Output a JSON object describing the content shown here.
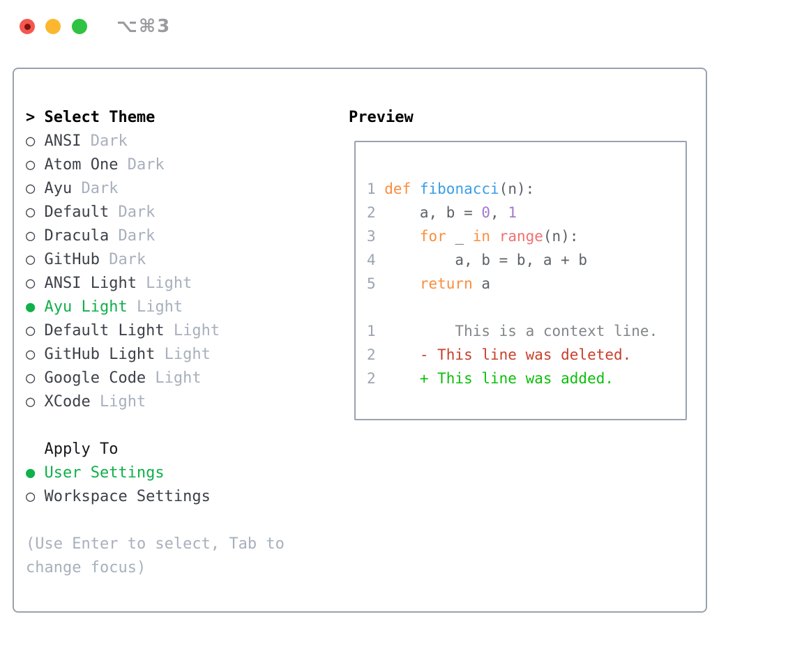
{
  "titlebar": {
    "shortcut": "⌥⌘3"
  },
  "theme_picker": {
    "prompt": ">",
    "title": "Select Theme",
    "marker_selected": "●",
    "marker_unselected": "○",
    "items": [
      {
        "label": "ANSI",
        "variant": "Dark",
        "selected": false
      },
      {
        "label": "Atom One",
        "variant": "Dark",
        "selected": false
      },
      {
        "label": "Ayu",
        "variant": "Dark",
        "selected": false
      },
      {
        "label": "Default",
        "variant": "Dark",
        "selected": false
      },
      {
        "label": "Dracula",
        "variant": "Dark",
        "selected": false
      },
      {
        "label": "GitHub",
        "variant": "Dark",
        "selected": false
      },
      {
        "label": "ANSI Light",
        "variant": "Light",
        "selected": false
      },
      {
        "label": "Ayu Light",
        "variant": "Light",
        "selected": true
      },
      {
        "label": "Default Light",
        "variant": "Light",
        "selected": false
      },
      {
        "label": "GitHub Light",
        "variant": "Light",
        "selected": false
      },
      {
        "label": "Google Code",
        "variant": "Light",
        "selected": false
      },
      {
        "label": "XCode",
        "variant": "Light",
        "selected": false
      }
    ],
    "apply_to": {
      "title": "Apply To",
      "options": [
        {
          "label": "User Settings",
          "selected": true
        },
        {
          "label": "Workspace Settings",
          "selected": false
        }
      ]
    },
    "hint": "(Use Enter to select, Tab to change focus)"
  },
  "preview": {
    "title": "Preview",
    "code_lines": [
      {
        "num": "1",
        "tokens": [
          {
            "t": "def",
            "c": "kw"
          },
          {
            "t": " "
          },
          {
            "t": "fibonacci",
            "c": "fn"
          },
          {
            "t": "(n):"
          }
        ]
      },
      {
        "num": "2",
        "tokens": [
          {
            "t": "    a, b = "
          },
          {
            "t": "0",
            "c": "num"
          },
          {
            "t": ", "
          },
          {
            "t": "1",
            "c": "num"
          }
        ]
      },
      {
        "num": "3",
        "tokens": [
          {
            "t": "    "
          },
          {
            "t": "for",
            "c": "kw"
          },
          {
            "t": " _ "
          },
          {
            "t": "in",
            "c": "kw"
          },
          {
            "t": " "
          },
          {
            "t": "range",
            "c": "bi"
          },
          {
            "t": "(n):"
          }
        ]
      },
      {
        "num": "4",
        "tokens": [
          {
            "t": "        a, b = b, a + b"
          }
        ]
      },
      {
        "num": "5",
        "tokens": [
          {
            "t": "    "
          },
          {
            "t": "return",
            "c": "kw"
          },
          {
            "t": " a"
          }
        ]
      }
    ],
    "diff_lines": [
      {
        "num": "1",
        "text": "        This is a context line.",
        "kind": "context"
      },
      {
        "num": "2",
        "text": "    - This line was deleted.",
        "kind": "deleted"
      },
      {
        "num": "2",
        "text": "    + This line was added.",
        "kind": "added"
      }
    ]
  },
  "colors": {
    "selected_green": "#10b04a",
    "border_gray": "#98a2b0",
    "text_dark": "#3c4148",
    "text_muted": "#a7b0bc",
    "kw_orange": "#fa8d3e",
    "fn_blue": "#399ee6",
    "num_purple": "#a37acc",
    "bi_coral": "#f07171",
    "code_default": "#5c6166",
    "line_number": "#9aa4b0",
    "diff_context": "#828689",
    "diff_red": "#c8402c",
    "diff_green": "#0bbf0b",
    "tl_red": "#f4574e",
    "tl_red_dot": "#7e130d",
    "tl_yellow": "#fbb72d",
    "tl_green": "#30c242",
    "shortcut_gray": "#9a9aa0"
  }
}
